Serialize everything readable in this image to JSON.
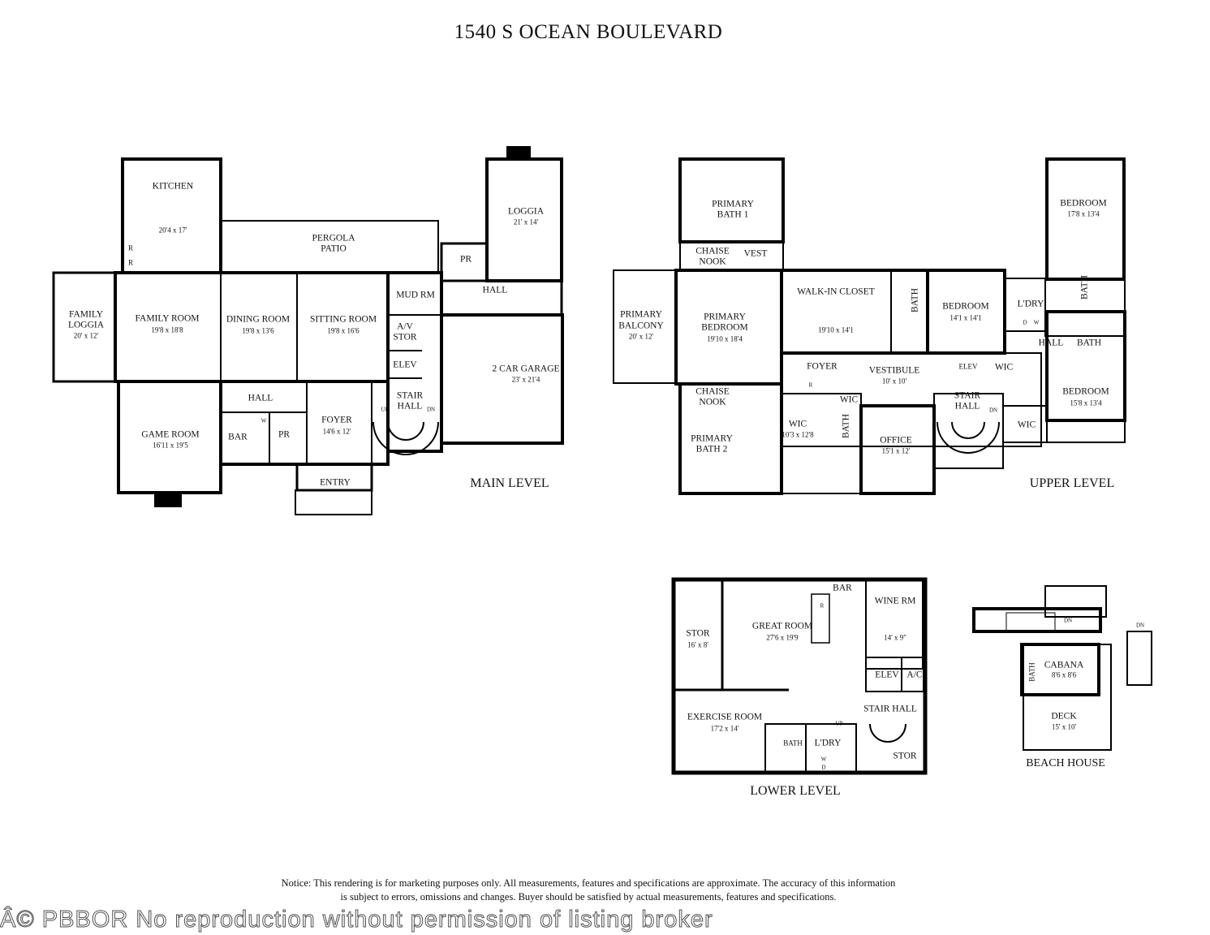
{
  "title": "1540 S OCEAN BOULEVARD",
  "main_level": {
    "label": "MAIN LEVEL",
    "rooms": {
      "kitchen": {
        "name": "KITCHEN",
        "dims": "20'4 x 17'"
      },
      "family_loggia": {
        "name1": "FAMILY",
        "name2": "LOGGIA",
        "dims": "20' x 12'"
      },
      "family_room": {
        "name": "FAMILY ROOM",
        "dims": "19'8 x 18'8"
      },
      "dining_room": {
        "name": "DINING ROOM",
        "dims": "19'8 x 13'6"
      },
      "sitting_room": {
        "name": "SITTING ROOM",
        "dims": "19'8 x 16'6"
      },
      "pergola_patio": {
        "name1": "PERGOLA",
        "name2": "PATIO"
      },
      "mud_rm": {
        "name": "MUD RM"
      },
      "av_stor": {
        "name1": "A/V",
        "name2": "STOR"
      },
      "elev": {
        "name": "ELEV"
      },
      "stair_hall": {
        "name1": "STAIR",
        "name2": "HALL",
        "up": "UP",
        "dn": "DN"
      },
      "pr_1": {
        "name": "PR"
      },
      "loggia": {
        "name": "LOGGIA",
        "dims": "21' x 14'"
      },
      "hall_1": {
        "name": "HALL"
      },
      "garage": {
        "name": "2 CAR GARAGE",
        "dims": "23' x 21'4"
      },
      "game_room": {
        "name": "GAME ROOM",
        "dims": "16'11 x 19'5"
      },
      "hall_2": {
        "name": "HALL"
      },
      "bar": {
        "name": "BAR",
        "w": "W"
      },
      "pr_2": {
        "name": "PR"
      },
      "foyer": {
        "name": "FOYER",
        "dims": "14'6 x 12'"
      },
      "entry": {
        "name": "ENTRY"
      },
      "fridge_1": "R",
      "fridge_2": "R"
    }
  },
  "upper_level": {
    "label": "UPPER LEVEL",
    "rooms": {
      "primary_bath_1": {
        "name1": "PRIMARY",
        "name2": "BATH 1"
      },
      "chaise_nook_1": {
        "name1": "CHAISE",
        "name2": "NOOK"
      },
      "vest": {
        "name": "VEST"
      },
      "primary_balcony": {
        "name1": "PRIMARY",
        "name2": "BALCONY",
        "dims": "20' x 12'"
      },
      "primary_bedroom": {
        "name1": "PRIMARY",
        "name2": "BEDROOM",
        "dims": "19'10 x 18'4"
      },
      "walk_in_closet": {
        "name": "WALK-IN CLOSET",
        "dims": "19'10 x 14'1"
      },
      "bath_1": {
        "name": "BATH"
      },
      "bedroom_1": {
        "name": "BEDROOM",
        "dims": "14'1 x 14'1"
      },
      "laundry": {
        "name": "L'DRY",
        "d": "D",
        "w": "W"
      },
      "bath_2": {
        "name": "BATH"
      },
      "bedroom_2": {
        "name": "BEDROOM",
        "dims": "17'8 x 13'4"
      },
      "hall": {
        "name": "HALL"
      },
      "bath_3": {
        "name": "BATH"
      },
      "foyer": {
        "name": "FOYER",
        "r": "R"
      },
      "vestibule": {
        "name": "VESTIBULE",
        "dims": "10' x 10'"
      },
      "elev": {
        "name": "ELEV"
      },
      "wic_1": {
        "name": "WIC"
      },
      "stair_hall": {
        "name1": "STAIR",
        "name2": "HALL",
        "dn": "DN"
      },
      "chaise_nook_2": {
        "name1": "CHAISE",
        "name2": "NOOK"
      },
      "primary_bath_2": {
        "name1": "PRIMARY",
        "name2": "BATH 2"
      },
      "wic_2": {
        "name": "WIC"
      },
      "wic_3": {
        "name": "WIC",
        "dims": "10'3 x 12'8"
      },
      "bath_4": {
        "name": "BATH"
      },
      "office": {
        "name": "OFFICE",
        "dims": "15'1 x 12'"
      },
      "wic_4": {
        "name": "WIC"
      },
      "bedroom_3": {
        "name": "BEDROOM",
        "dims": "15'8 x 13'4"
      }
    }
  },
  "lower_level": {
    "label": "LOWER LEVEL",
    "rooms": {
      "stor_1": {
        "name": "STOR",
        "dims": "16' x 8'"
      },
      "great_room": {
        "name": "GREAT ROOM",
        "dims": "27'6 x 19'9"
      },
      "bar": {
        "name": "BAR",
        "r": "R"
      },
      "wine_rm": {
        "name": "WINE RM",
        "dims": "14' x 9\""
      },
      "elev": {
        "name": "ELEV"
      },
      "ac": {
        "name": "A/C"
      },
      "stair_hall": {
        "name": "STAIR HALL",
        "up": "UP"
      },
      "exercise_room": {
        "name": "EXERCISE ROOM",
        "dims": "17'2 x 14'"
      },
      "bath": {
        "name": "BATH"
      },
      "laundry": {
        "name": "L'DRY",
        "w": "W",
        "d": "D"
      },
      "stor_2": {
        "name": "STOR"
      }
    }
  },
  "beach_house": {
    "label": "BEACH HOUSE",
    "rooms": {
      "cabana": {
        "name": "CABANA",
        "dims": "8'6 x 8'6"
      },
      "bath": {
        "name": "BATH"
      },
      "deck": {
        "name": "DECK",
        "dims": "15' x 10'"
      },
      "dn_1": "DN",
      "dn_2": "DN"
    }
  },
  "notice": {
    "line1": "Notice: This rendering is for marketing purposes only. All measurements, features and specifications are approximate. The accuracy of this information",
    "line2": "is subject to errors, omissions and changes. Buyer should be satisfied by actual measurements, features and specifications."
  },
  "watermark": "Â© PBBOR No reproduction without permission of listing broker"
}
